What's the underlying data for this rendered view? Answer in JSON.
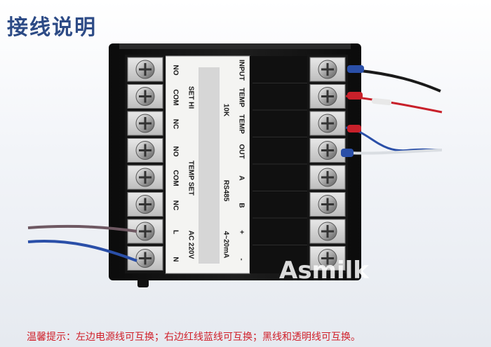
{
  "title": "接线说明",
  "caption": "温馨提示：左边电源线可互换；右边红线蓝线可互换；黑线和透明线可互换。",
  "watermark": "Asmilk",
  "left_terminals": [
    "NO",
    "COM",
    "NC",
    "NO",
    "COM",
    "NC",
    "L",
    "N"
  ],
  "left_groups": [
    "SET HI",
    "TEMP SET",
    "AC 220V"
  ],
  "right_terminals": [
    "INPUT",
    "TEMP",
    "TEMP",
    "OUT",
    "A",
    "B",
    "+",
    "-"
  ],
  "right_groups": [
    "10K",
    "RS485",
    "4~20mA"
  ],
  "colors": {
    "title": "#2d4b86",
    "caption": "#d0202a",
    "device_body": "#141414",
    "wire_red": "#c8202a",
    "wire_blue": "#2a4fa8",
    "wire_black": "#1a1a1a",
    "wire_clear": "#cfd3d8"
  }
}
